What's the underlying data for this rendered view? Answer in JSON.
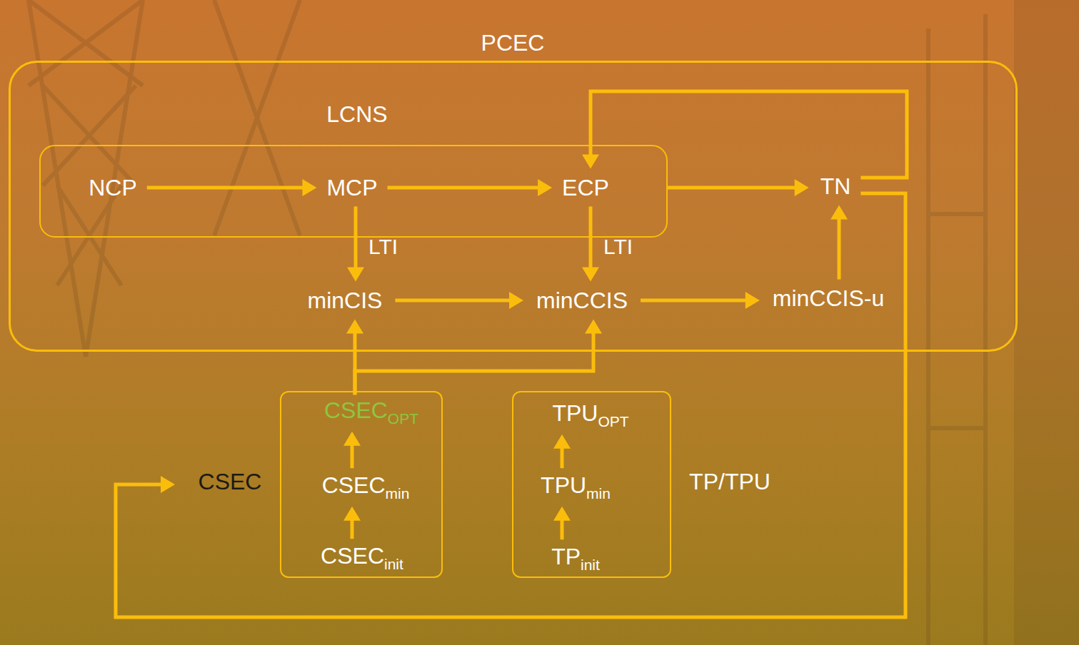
{
  "diagram": {
    "nodes": [
      {
        "text": [
          "PCEC"
        ]
      },
      {
        "text": [
          "LCNS"
        ],
        "in": 0
      },
      {
        "text": [
          "NCP"
        ],
        "in": 1
      },
      {
        "text": [
          "MCP"
        ],
        "in": 1
      },
      {
        "text": [
          "ECP"
        ],
        "in": 1
      },
      {
        "text": [
          "TN"
        ],
        "in": 0
      },
      {
        "text": [
          "minCIS"
        ],
        "in": 0
      },
      {
        "text": [
          "minCCIS"
        ],
        "in": 0
      },
      {
        "text": [
          "minCCIS-u"
        ],
        "in": 0
      },
      {
        "text": [
          "CSEC"
        ]
      },
      {
        "text": [
          "CSEC",
          "OPT"
        ],
        "in": 9
      },
      {
        "text": [
          "CSEC",
          "min"
        ],
        "in": 9
      },
      {
        "text": [
          "CSEC",
          "init"
        ],
        "in": 9
      },
      {
        "text": [
          "TP/TPU"
        ]
      },
      {
        "text": [
          "TPU",
          "OPT"
        ],
        "in": 13
      },
      {
        "text": [
          "TPU",
          "min"
        ],
        "in": 13
      },
      {
        "text": [
          "TP",
          "init"
        ],
        "in": 13
      }
    ],
    "edges": [
      {
        "from": 2,
        "to": 3,
        "arrow": "to"
      },
      {
        "from": 3,
        "to": 4,
        "arrow": "to"
      },
      {
        "from": 4,
        "to": 5,
        "arrow": "to"
      },
      {
        "from": 5,
        "to": 4,
        "arrow": "to"
      },
      {
        "from": 3,
        "to": 6,
        "label": "LTI",
        "arrow": "to"
      },
      {
        "from": 4,
        "to": 7,
        "label": "LTI",
        "arrow": "to"
      },
      {
        "from": 6,
        "to": 7,
        "arrow": "to"
      },
      {
        "from": 7,
        "to": 8,
        "arrow": "to"
      },
      {
        "from": 8,
        "to": 5,
        "arrow": "to"
      },
      {
        "from": 5,
        "to": 9,
        "arrow": "to"
      },
      {
        "from": 10,
        "to": 6,
        "arrow": "to"
      },
      {
        "from": 10,
        "to": 7,
        "arrow": "to"
      },
      {
        "from": 11,
        "to": 10,
        "arrow": "to"
      },
      {
        "from": 12,
        "to": 11,
        "arrow": "to"
      },
      {
        "from": 15,
        "to": 14,
        "arrow": "to"
      },
      {
        "from": 16,
        "to": 15,
        "arrow": "to"
      }
    ]
  }
}
